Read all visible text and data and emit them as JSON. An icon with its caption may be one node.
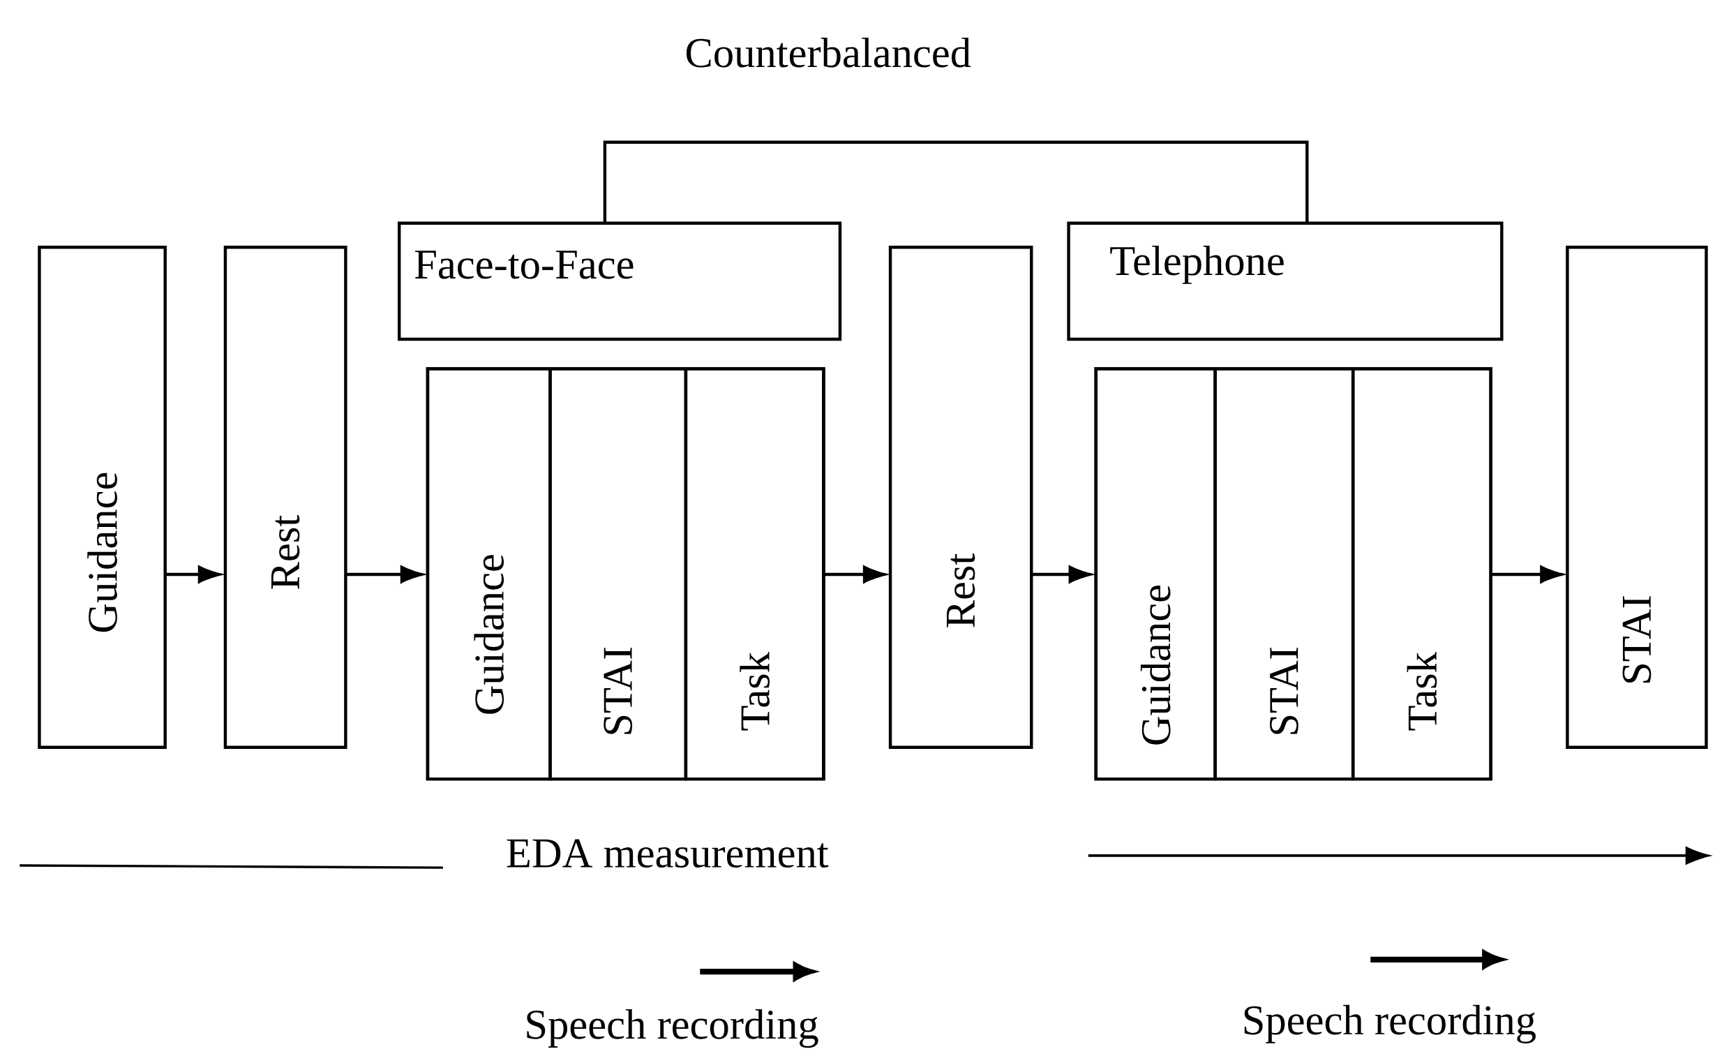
{
  "diagram": {
    "nodes": [
      {
        "text": [
          "Guidance"
        ]
      },
      {
        "text": [
          "Rest"
        ]
      },
      {
        "text": [
          "Face-to-Face"
        ]
      },
      {
        "text": [],
        "shape": "box"
      },
      {
        "text": [
          "Guidance"
        ],
        "in": 3
      },
      {
        "text": [
          "STAI"
        ],
        "in": 3
      },
      {
        "text": [
          "Task"
        ],
        "in": 3
      },
      {
        "text": [
          "Rest"
        ]
      },
      {
        "text": [
          "Telephone"
        ]
      },
      {
        "text": [],
        "shape": "box"
      },
      {
        "text": [
          "Guidance"
        ],
        "in": 9
      },
      {
        "text": [
          "STAI"
        ],
        "in": 9
      },
      {
        "text": [
          "Task"
        ],
        "in": 9
      },
      {
        "text": [
          "STAI"
        ]
      }
    ],
    "edges": [
      {
        "from": 0,
        "to": 1,
        "arrow": "to"
      },
      {
        "from": 1,
        "to": 3,
        "arrow": "to"
      },
      {
        "from": 3,
        "to": 7,
        "arrow": "to"
      },
      {
        "from": 7,
        "to": 9,
        "arrow": "to"
      },
      {
        "from": 9,
        "to": 13,
        "arrow": "to"
      },
      {
        "from": 2,
        "to": 8,
        "arrow": "none",
        "label": "Counterbalanced"
      }
    ],
    "labels": [
      "EDA measurement",
      "Speech recording",
      "Speech recording"
    ]
  }
}
